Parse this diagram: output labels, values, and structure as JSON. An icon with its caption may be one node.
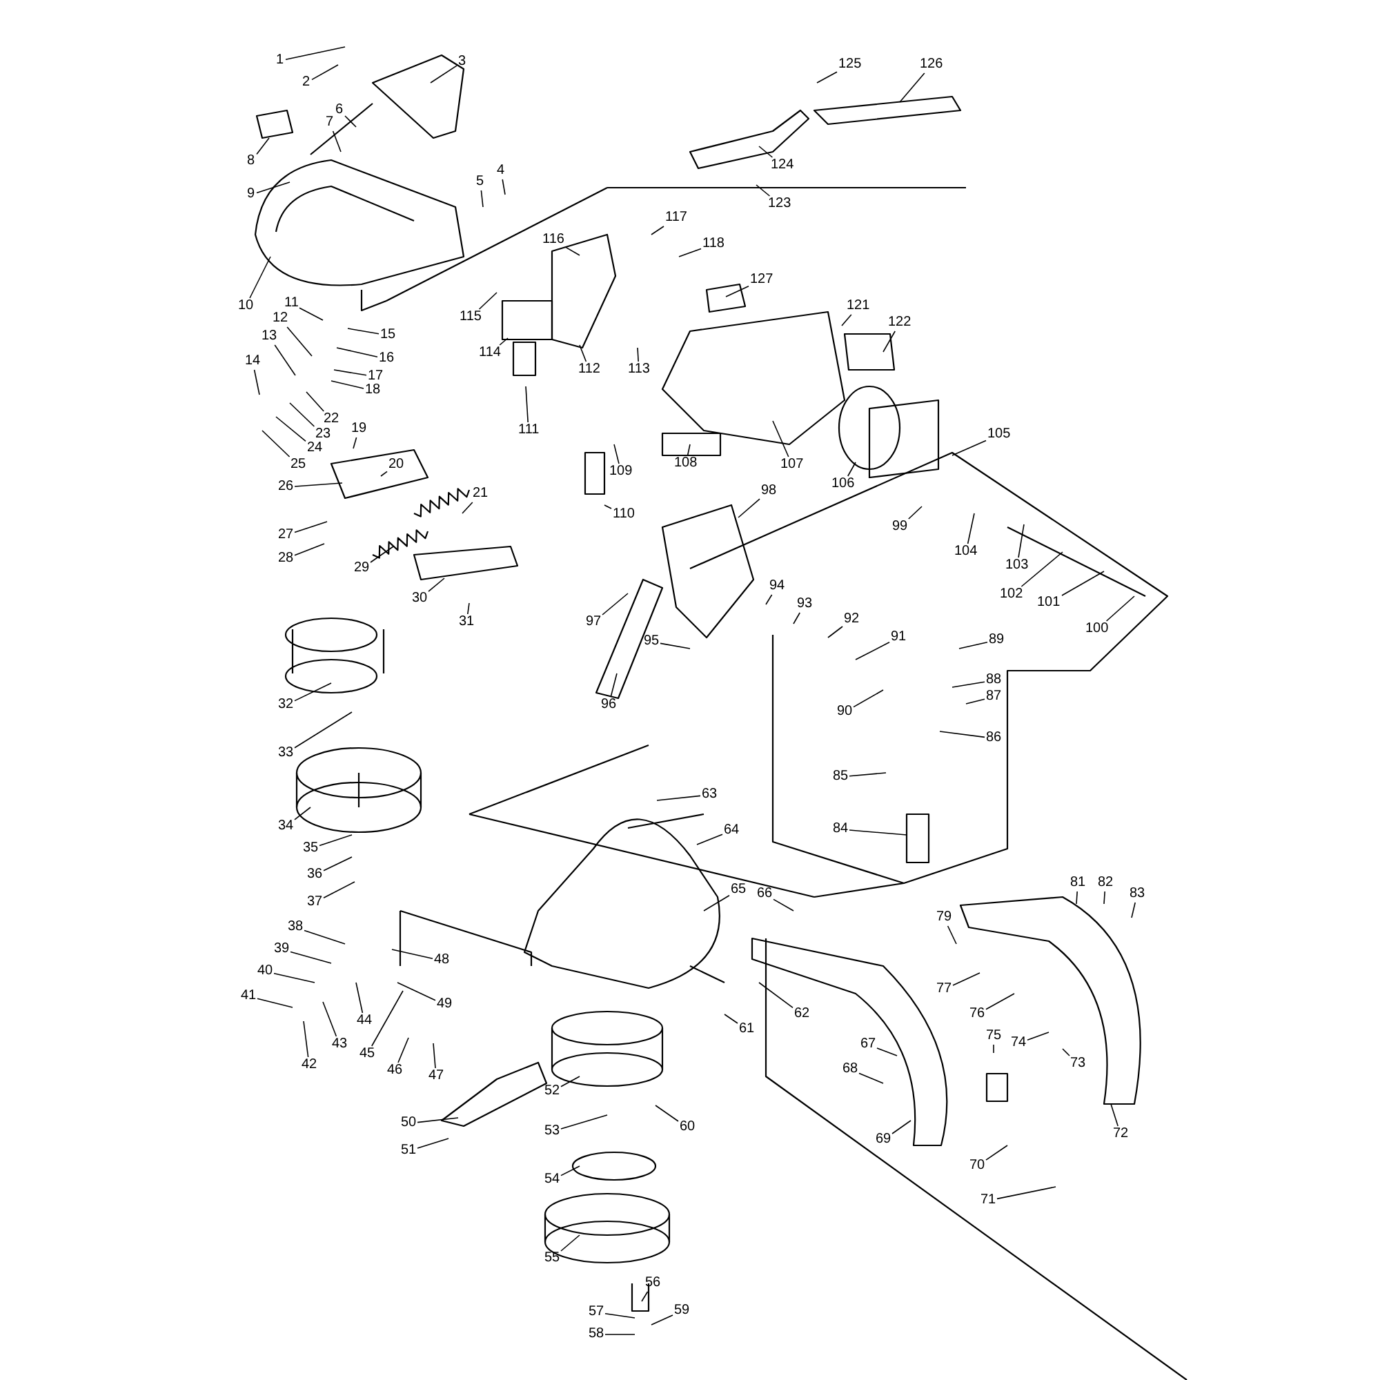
{
  "diagram": {
    "nodes": [
      {
        "text": [
          "1"
        ]
      },
      {
        "text": [
          "2"
        ]
      },
      {
        "text": [
          "3"
        ]
      },
      {
        "text": [
          "4"
        ]
      },
      {
        "text": [
          "5"
        ]
      },
      {
        "text": [
          "6"
        ]
      },
      {
        "text": [
          "7"
        ]
      },
      {
        "text": [
          "8"
        ]
      },
      {
        "text": [
          "9"
        ]
      },
      {
        "text": [
          "10"
        ]
      },
      {
        "text": [
          "11"
        ]
      },
      {
        "text": [
          "12"
        ]
      },
      {
        "text": [
          "13"
        ]
      },
      {
        "text": [
          "14"
        ]
      },
      {
        "text": [
          "15"
        ]
      },
      {
        "text": [
          "16"
        ]
      },
      {
        "text": [
          "17"
        ]
      },
      {
        "text": [
          "18"
        ]
      },
      {
        "text": [
          "19"
        ]
      },
      {
        "text": [
          "20"
        ]
      },
      {
        "text": [
          "21"
        ]
      },
      {
        "text": [
          "22"
        ]
      },
      {
        "text": [
          "23"
        ]
      },
      {
        "text": [
          "24"
        ]
      },
      {
        "text": [
          "25"
        ]
      },
      {
        "text": [
          "26"
        ]
      },
      {
        "text": [
          "27"
        ]
      },
      {
        "text": [
          "28"
        ]
      },
      {
        "text": [
          "29"
        ]
      },
      {
        "text": [
          "30"
        ]
      },
      {
        "text": [
          "31"
        ]
      },
      {
        "text": [
          "32"
        ]
      },
      {
        "text": [
          "33"
        ]
      },
      {
        "text": [
          "34"
        ]
      },
      {
        "text": [
          "35"
        ]
      },
      {
        "text": [
          "36"
        ]
      },
      {
        "text": [
          "37"
        ]
      },
      {
        "text": [
          "38"
        ]
      },
      {
        "text": [
          "39"
        ]
      },
      {
        "text": [
          "40"
        ]
      },
      {
        "text": [
          "41"
        ]
      },
      {
        "text": [
          "42"
        ]
      },
      {
        "text": [
          "43"
        ]
      },
      {
        "text": [
          "44"
        ]
      },
      {
        "text": [
          "45"
        ]
      },
      {
        "text": [
          "46"
        ]
      },
      {
        "text": [
          "47"
        ]
      },
      {
        "text": [
          "48"
        ]
      },
      {
        "text": [
          "49"
        ]
      },
      {
        "text": [
          "50"
        ]
      },
      {
        "text": [
          "51"
        ]
      },
      {
        "text": [
          "52"
        ]
      },
      {
        "text": [
          "53"
        ]
      },
      {
        "text": [
          "54"
        ]
      },
      {
        "text": [
          "55"
        ]
      },
      {
        "text": [
          "56"
        ]
      },
      {
        "text": [
          "57"
        ]
      },
      {
        "text": [
          "58"
        ]
      },
      {
        "text": [
          "59"
        ]
      },
      {
        "text": [
          "60"
        ]
      },
      {
        "text": [
          "61"
        ]
      },
      {
        "text": [
          "62"
        ]
      },
      {
        "text": [
          "63"
        ]
      },
      {
        "text": [
          "64"
        ]
      },
      {
        "text": [
          "65"
        ]
      },
      {
        "text": [
          "66"
        ]
      },
      {
        "text": [
          "67"
        ]
      },
      {
        "text": [
          "68"
        ]
      },
      {
        "text": [
          "69"
        ]
      },
      {
        "text": [
          "70"
        ]
      },
      {
        "text": [
          "71"
        ]
      },
      {
        "text": [
          "72"
        ]
      },
      {
        "text": [
          "73"
        ]
      },
      {
        "text": [
          "74"
        ]
      },
      {
        "text": [
          "75"
        ]
      },
      {
        "text": [
          "76"
        ]
      },
      {
        "text": [
          "77"
        ]
      },
      {
        "text": [
          "79"
        ]
      },
      {
        "text": [
          "81"
        ]
      },
      {
        "text": [
          "82"
        ]
      },
      {
        "text": [
          "83"
        ]
      },
      {
        "text": [
          "84"
        ]
      },
      {
        "text": [
          "85"
        ]
      },
      {
        "text": [
          "86"
        ]
      },
      {
        "text": [
          "87"
        ]
      },
      {
        "text": [
          "88"
        ]
      },
      {
        "text": [
          "89"
        ]
      },
      {
        "text": [
          "90"
        ]
      },
      {
        "text": [
          "91"
        ]
      },
      {
        "text": [
          "92"
        ]
      },
      {
        "text": [
          "93"
        ]
      },
      {
        "text": [
          "94"
        ]
      },
      {
        "text": [
          "95"
        ]
      },
      {
        "text": [
          "96"
        ]
      },
      {
        "text": [
          "97"
        ]
      },
      {
        "text": [
          "98"
        ]
      },
      {
        "text": [
          "99"
        ]
      },
      {
        "text": [
          "100"
        ]
      },
      {
        "text": [
          "101"
        ]
      },
      {
        "text": [
          "102"
        ]
      },
      {
        "text": [
          "103"
        ]
      },
      {
        "text": [
          "104"
        ]
      },
      {
        "text": [
          "105"
        ]
      },
      {
        "text": [
          "106"
        ]
      },
      {
        "text": [
          "107"
        ]
      },
      {
        "text": [
          "108"
        ]
      },
      {
        "text": [
          "109"
        ]
      },
      {
        "text": [
          "110"
        ]
      },
      {
        "text": [
          "111"
        ]
      },
      {
        "text": [
          "112"
        ]
      },
      {
        "text": [
          "113"
        ]
      },
      {
        "text": [
          "114"
        ]
      },
      {
        "text": [
          "115"
        ]
      },
      {
        "text": [
          "116"
        ]
      },
      {
        "text": [
          "117"
        ]
      },
      {
        "text": [
          "118"
        ]
      },
      {
        "text": [
          "121"
        ]
      },
      {
        "text": [
          "122"
        ]
      },
      {
        "text": [
          "123"
        ]
      },
      {
        "text": [
          "124"
        ]
      },
      {
        "text": [
          "125"
        ]
      },
      {
        "text": [
          "126"
        ]
      },
      {
        "text": [
          "127"
        ]
      }
    ],
    "edges": [
      {
        "from": 0,
        "to": null,
        "arrow": "none"
      },
      {
        "from": 1,
        "to": null,
        "arrow": "none"
      },
      {
        "from": 2,
        "to": null,
        "arrow": "none"
      },
      {
        "from": 3,
        "to": null,
        "arrow": "none"
      },
      {
        "from": 4,
        "to": null,
        "arrow": "none"
      },
      {
        "from": 5,
        "to": null,
        "arrow": "none"
      },
      {
        "from": 6,
        "to": null,
        "arrow": "none"
      },
      {
        "from": 7,
        "to": null,
        "arrow": "none"
      },
      {
        "from": 8,
        "to": null,
        "arrow": "none"
      },
      {
        "from": 9,
        "to": null,
        "arrow": "none"
      },
      {
        "from": 10,
        "to": null,
        "arrow": "none"
      },
      {
        "from": 11,
        "to": null,
        "arrow": "none"
      },
      {
        "from": 12,
        "to": null,
        "arrow": "none"
      },
      {
        "from": 13,
        "to": null,
        "arrow": "none"
      },
      {
        "from": 14,
        "to": null,
        "arrow": "none"
      },
      {
        "from": 15,
        "to": null,
        "arrow": "none"
      },
      {
        "from": 16,
        "to": null,
        "arrow": "none"
      },
      {
        "from": 17,
        "to": null,
        "arrow": "none"
      },
      {
        "from": 18,
        "to": null,
        "arrow": "none"
      },
      {
        "from": 19,
        "to": null,
        "arrow": "none"
      },
      {
        "from": 20,
        "to": null,
        "arrow": "none"
      },
      {
        "from": 21,
        "to": null,
        "arrow": "none"
      },
      {
        "from": 22,
        "to": null,
        "arrow": "none"
      },
      {
        "from": 23,
        "to": null,
        "arrow": "none"
      },
      {
        "from": 24,
        "to": null,
        "arrow": "none"
      },
      {
        "from": 25,
        "to": null,
        "arrow": "none"
      },
      {
        "from": 26,
        "to": null,
        "arrow": "none"
      },
      {
        "from": 27,
        "to": null,
        "arrow": "none"
      },
      {
        "from": 28,
        "to": null,
        "arrow": "none"
      },
      {
        "from": 29,
        "to": null,
        "arrow": "none"
      },
      {
        "from": 30,
        "to": null,
        "arrow": "none"
      },
      {
        "from": 31,
        "to": null,
        "arrow": "none"
      },
      {
        "from": 32,
        "to": null,
        "arrow": "none"
      },
      {
        "from": 33,
        "to": null,
        "arrow": "none"
      },
      {
        "from": 34,
        "to": null,
        "arrow": "none"
      },
      {
        "from": 35,
        "to": null,
        "arrow": "none"
      },
      {
        "from": 36,
        "to": null,
        "arrow": "none"
      },
      {
        "from": 37,
        "to": null,
        "arrow": "none"
      },
      {
        "from": 38,
        "to": null,
        "arrow": "none"
      },
      {
        "from": 39,
        "to": null,
        "arrow": "none"
      },
      {
        "from": 40,
        "to": null,
        "arrow": "none"
      },
      {
        "from": 41,
        "to": null,
        "arrow": "none"
      },
      {
        "from": 42,
        "to": null,
        "arrow": "none"
      },
      {
        "from": 43,
        "to": null,
        "arrow": "none"
      },
      {
        "from": 44,
        "to": null,
        "arrow": "none"
      },
      {
        "from": 45,
        "to": null,
        "arrow": "none"
      },
      {
        "from": 46,
        "to": null,
        "arrow": "none"
      },
      {
        "from": 47,
        "to": null,
        "arrow": "none"
      },
      {
        "from": 48,
        "to": null,
        "arrow": "none"
      },
      {
        "from": 49,
        "to": null,
        "arrow": "none"
      },
      {
        "from": 50,
        "to": null,
        "arrow": "none"
      },
      {
        "from": 51,
        "to": null,
        "arrow": "none"
      },
      {
        "from": 52,
        "to": null,
        "arrow": "none"
      },
      {
        "from": 53,
        "to": null,
        "arrow": "none"
      },
      {
        "from": 54,
        "to": null,
        "arrow": "none"
      },
      {
        "from": 55,
        "to": null,
        "arrow": "none"
      },
      {
        "from": 56,
        "to": null,
        "arrow": "none"
      },
      {
        "from": 57,
        "to": null,
        "arrow": "none"
      },
      {
        "from": 58,
        "to": null,
        "arrow": "none"
      },
      {
        "from": 59,
        "to": null,
        "arrow": "none"
      },
      {
        "from": 60,
        "to": null,
        "arrow": "none"
      },
      {
        "from": 61,
        "to": null,
        "arrow": "none"
      },
      {
        "from": 62,
        "to": null,
        "arrow": "none"
      },
      {
        "from": 63,
        "to": null,
        "arrow": "none"
      },
      {
        "from": 64,
        "to": null,
        "arrow": "none"
      },
      {
        "from": 65,
        "to": null,
        "arrow": "none"
      },
      {
        "from": 66,
        "to": null,
        "arrow": "none"
      },
      {
        "from": 67,
        "to": null,
        "arrow": "none"
      },
      {
        "from": 68,
        "to": null,
        "arrow": "none"
      },
      {
        "from": 69,
        "to": null,
        "arrow": "none"
      },
      {
        "from": 70,
        "to": null,
        "arrow": "none"
      },
      {
        "from": 71,
        "to": null,
        "arrow": "none"
      },
      {
        "from": 72,
        "to": null,
        "arrow": "none"
      },
      {
        "from": 73,
        "to": null,
        "arrow": "none"
      },
      {
        "from": 74,
        "to": null,
        "arrow": "none"
      },
      {
        "from": 75,
        "to": null,
        "arrow": "none"
      },
      {
        "from": 76,
        "to": null,
        "arrow": "none"
      },
      {
        "from": 77,
        "to": null,
        "arrow": "none"
      },
      {
        "from": 78,
        "to": null,
        "arrow": "none"
      },
      {
        "from": 79,
        "to": null,
        "arrow": "none"
      },
      {
        "from": 80,
        "to": null,
        "arrow": "none"
      },
      {
        "from": 81,
        "to": null,
        "arrow": "none"
      },
      {
        "from": 82,
        "to": null,
        "arrow": "none"
      },
      {
        "from": 83,
        "to": null,
        "arrow": "none"
      },
      {
        "from": 84,
        "to": null,
        "arrow": "none"
      },
      {
        "from": 85,
        "to": null,
        "arrow": "none"
      },
      {
        "from": 86,
        "to": null,
        "arrow": "none"
      },
      {
        "from": 87,
        "to": null,
        "arrow": "none"
      },
      {
        "from": 88,
        "to": null,
        "arrow": "none"
      },
      {
        "from": 89,
        "to": null,
        "arrow": "none"
      },
      {
        "from": 90,
        "to": null,
        "arrow": "none"
      },
      {
        "from": 91,
        "to": null,
        "arrow": "none"
      },
      {
        "from": 92,
        "to": null,
        "arrow": "none"
      },
      {
        "from": 93,
        "to": null,
        "arrow": "none"
      },
      {
        "from": 94,
        "to": null,
        "arrow": "none"
      },
      {
        "from": 95,
        "to": null,
        "arrow": "none"
      },
      {
        "from": 96,
        "to": null,
        "arrow": "none"
      },
      {
        "from": 97,
        "to": null,
        "arrow": "none"
      },
      {
        "from": 98,
        "to": null,
        "arrow": "none"
      },
      {
        "from": 99,
        "to": null,
        "arrow": "none"
      },
      {
        "from": 100,
        "to": null,
        "arrow": "none"
      },
      {
        "from": 101,
        "to": null,
        "arrow": "none"
      },
      {
        "from": 102,
        "to": null,
        "arrow": "none"
      },
      {
        "from": 103,
        "to": null,
        "arrow": "none"
      },
      {
        "from": 104,
        "to": null,
        "arrow": "none"
      },
      {
        "from": 105,
        "to": null,
        "arrow": "none"
      },
      {
        "from": 106,
        "to": null,
        "arrow": "none"
      },
      {
        "from": 107,
        "to": null,
        "arrow": "none"
      },
      {
        "from": 108,
        "to": null,
        "arrow": "none"
      },
      {
        "from": 109,
        "to": null,
        "arrow": "none"
      },
      {
        "from": 110,
        "to": null,
        "arrow": "none"
      },
      {
        "from": 111,
        "to": null,
        "arrow": "none"
      },
      {
        "from": 112,
        "to": null,
        "arrow": "none"
      },
      {
        "from": 113,
        "to": null,
        "arrow": "none"
      },
      {
        "from": 114,
        "to": null,
        "arrow": "none"
      },
      {
        "from": 115,
        "to": null,
        "arrow": "none"
      },
      {
        "from": 116,
        "to": null,
        "arrow": "none"
      },
      {
        "from": 117,
        "to": null,
        "arrow": "none"
      },
      {
        "from": 118,
        "to": null,
        "arrow": "none"
      },
      {
        "from": 119,
        "to": null,
        "arrow": "none"
      },
      {
        "from": 120,
        "to": null,
        "arrow": "none"
      },
      {
        "from": 121,
        "to": null,
        "arrow": "none"
      },
      {
        "from": 122,
        "to": null,
        "arrow": "none"
      }
    ]
  }
}
